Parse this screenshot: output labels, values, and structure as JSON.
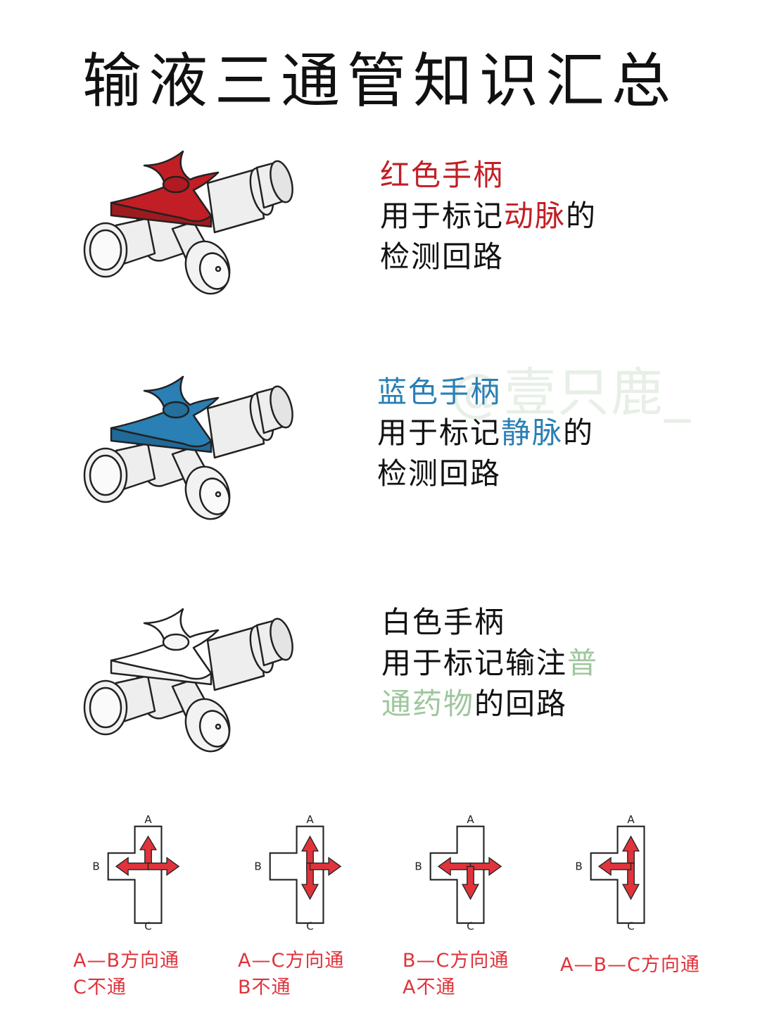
{
  "title": "输液三通管知识汇总",
  "watermark": "@壹只鹿_",
  "colors": {
    "red_handle": "#c21e25",
    "blue_handle": "#2a7fb4",
    "white_handle": "#ffffff",
    "green_text": "#9fc79d",
    "arrow": "#e0333b"
  },
  "sections": [
    {
      "heading": "红色手柄",
      "line2_a": "用于标记",
      "line2_hl": "动脉",
      "line2_b": "的",
      "line3": "检测回路"
    },
    {
      "heading": "蓝色手柄",
      "line2_a": "用于标记",
      "line2_hl": "静脉",
      "line2_b": "的",
      "line3": "检测回路"
    },
    {
      "heading": "白色手柄",
      "line2_a": "用于标记输注",
      "line2_hl": "普",
      "line3_hl": "通药物",
      "line3_b": "的回路"
    }
  ],
  "diagrams": [
    {
      "label_a": "A",
      "label_b": "B",
      "label_c": "C",
      "caption1": "A—B方向通",
      "caption2": "C不通"
    },
    {
      "label_a": "A",
      "label_b": "B",
      "label_c": "C",
      "caption1": "A—C方向通",
      "caption2": "B不通"
    },
    {
      "label_a": "A",
      "label_b": "B",
      "label_c": "C",
      "caption1": "B—C方向通",
      "caption2": "A不通"
    },
    {
      "label_a": "A",
      "label_b": "B",
      "label_c": "C",
      "caption1": "A—B—C方向通",
      "caption2": ""
    }
  ]
}
